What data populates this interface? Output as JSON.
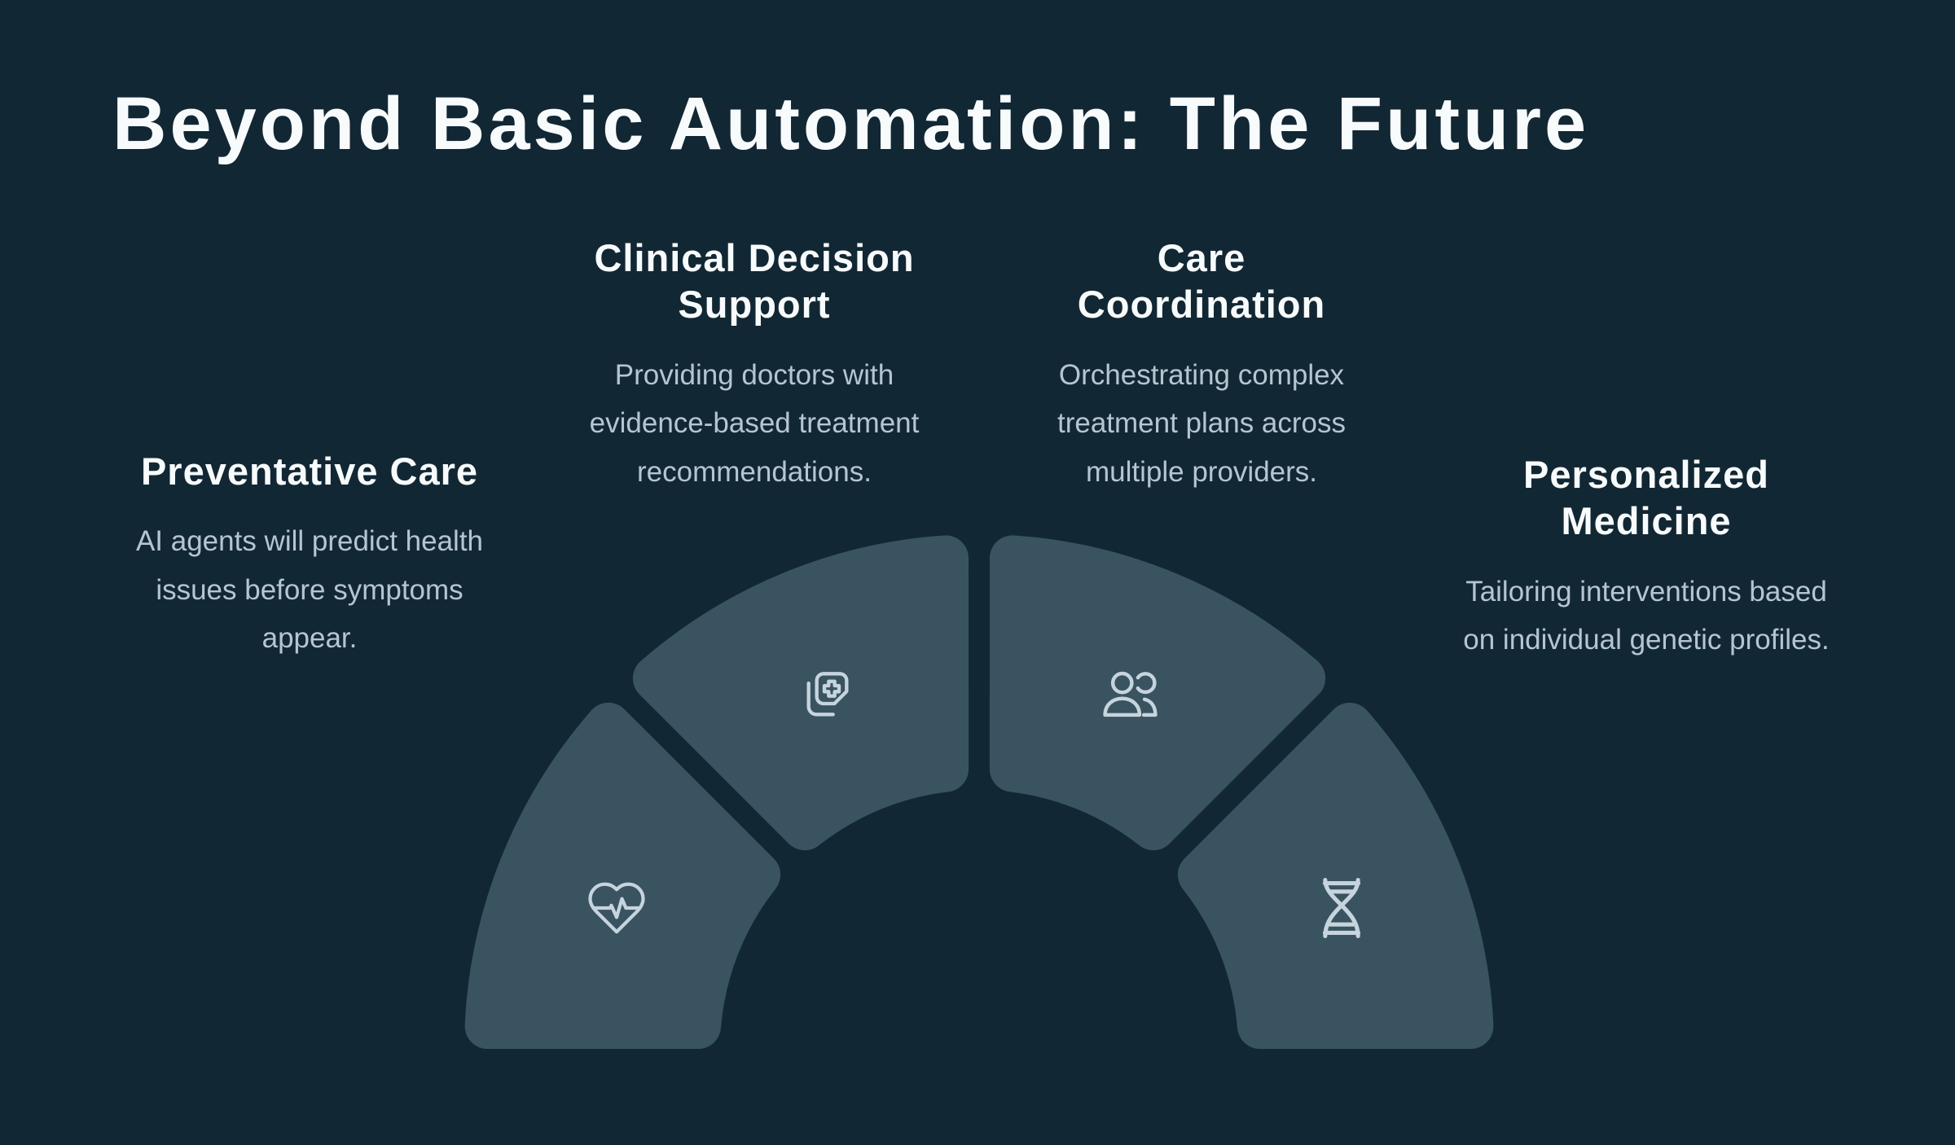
{
  "slide": {
    "title": "Beyond Basic Automation: The Future"
  },
  "cards": [
    {
      "id": "preventative-care",
      "title": "Preventative Care",
      "description": "AI agents will predict health\nissues before symptoms\nappear.",
      "icon": "heart-pulse-icon"
    },
    {
      "id": "clinical-decision-support",
      "title": "Clinical Decision\nSupport",
      "description": "Providing doctors with\nevidence-based treatment\nrecommendations.",
      "icon": "medical-records-icon"
    },
    {
      "id": "care-coordination",
      "title": "Care\nCoordination",
      "description": "Orchestrating complex\ntreatment plans across\nmultiple providers.",
      "icon": "users-icon"
    },
    {
      "id": "personalized-medicine",
      "title": "Personalized\nMedicine",
      "description": "Tailoring interventions based\non individual genetic profiles.",
      "icon": "dna-icon"
    }
  ],
  "colors": {
    "background": "#122734",
    "segment": "#3a5361",
    "icon": "#c6d4dd",
    "heading": "#f8fbfc",
    "body_text": "#b5c5d1"
  }
}
